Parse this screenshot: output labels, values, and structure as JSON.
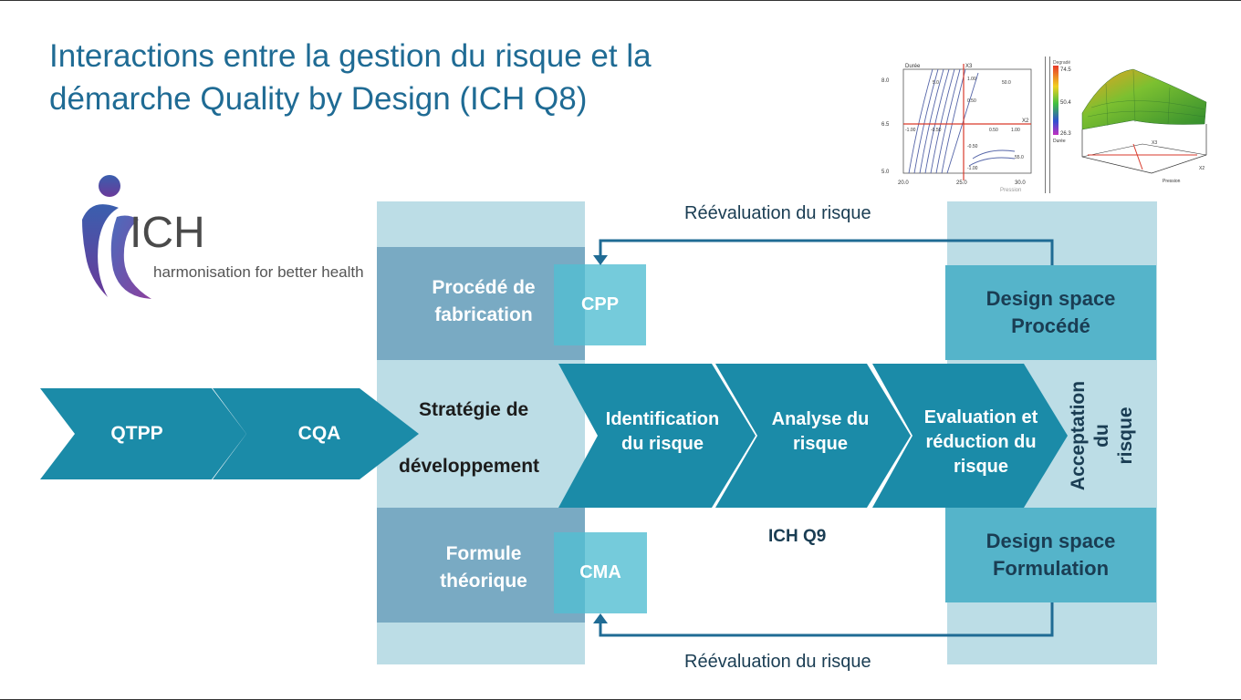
{
  "title": {
    "line1": "Interactions entre  la gestion du risque et la",
    "line2": "démarche Quality by Design (ICH Q8)"
  },
  "logo": {
    "name": "ICH",
    "tagline": "harmonisation for better health"
  },
  "flow": {
    "qtpp": "QTPP",
    "cqa": "CQA",
    "strategy_line1": "Stratégie de",
    "strategy_line2": "développement",
    "identification_line1": "Identification",
    "identification_line2": "du risque",
    "analysis_line1": "Analyse du",
    "analysis_line2": "risque",
    "evaluation_line1": "Evaluation et",
    "evaluation_line2": "réduction du",
    "evaluation_line3": "risque",
    "acceptance_line1": "Acceptation",
    "acceptance_line2": "du",
    "acceptance_line3": "risque",
    "ich_q9": "ICH Q9"
  },
  "process": {
    "label_line1": "Procédé de",
    "label_line2": "fabrication",
    "cpp": "CPP",
    "design_space_line1": "Design space",
    "design_space_line2": "Procédé"
  },
  "formulation": {
    "label_line1": "Formule",
    "label_line2": "théorique",
    "cma": "CMA",
    "design_space_line1": "Design space",
    "design_space_line2": "Formulation"
  },
  "loops": {
    "top": "Réévaluation du risque",
    "bottom": "Réévaluation du risque"
  },
  "plot_contour": {
    "y_title": "Durée",
    "x_title": "Pression",
    "axis_x2": "X2",
    "axis_x3": "X3",
    "y_ticks": [
      "8.0",
      "6.5",
      "5.0"
    ],
    "x_ticks": [
      "20.0",
      "25.0",
      "30.0"
    ],
    "axis_marks": [
      "1.00",
      "0.50",
      "-0.50",
      "-1.00",
      "-1.00",
      "-0.50",
      "0.50",
      "1.00"
    ],
    "contour_labels": [
      "5.0",
      "50.0",
      "55.0"
    ]
  },
  "plot_surface": {
    "legend_title": "Degradé",
    "legend_values": [
      "74.5",
      "50.4",
      "26.3"
    ],
    "legend_unit": "Durée",
    "axis_x3": "X3",
    "axis_x2": "X2",
    "x_title": "Pression"
  },
  "colors": {
    "title": "#1f6b94",
    "teal_dark": "#1b8ba8",
    "column_light": "#bcdde6",
    "band_dark": "#79aac3",
    "cpp_box": "#6ec5d6",
    "design_space": "#55b4ca",
    "arrow_line": "#1f6b94"
  }
}
